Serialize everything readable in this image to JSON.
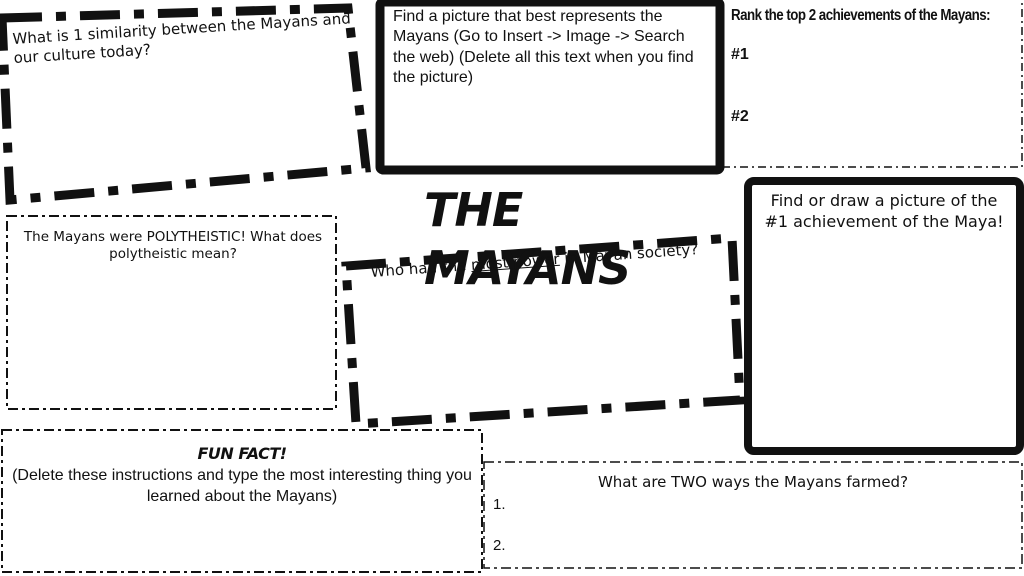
{
  "title": "THE MAYANS",
  "boxes": {
    "similarity": {
      "question": "What is 1 similarity between the Mayans and our culture today?"
    },
    "picture_search": {
      "instructions": "Find a picture that best represents the Mayans (Go to Insert -> Image -> Search the web) (Delete all this text when you find the picture)"
    },
    "rank": {
      "heading": "Rank the top 2 achievements of the Mayans:",
      "item1": "#1",
      "item2": "#2"
    },
    "polytheistic": {
      "question": "The Mayans were POLYTHEISTIC!  What does polytheistic mean?"
    },
    "power": {
      "prefix": "Who had the ",
      "emphasis": "most power",
      "suffix": " in Mayan society?"
    },
    "achievement_picture": {
      "instructions": "Find or draw a picture of the #1 achievement of the Maya!"
    },
    "fun_fact": {
      "heading": "FUN FACT!",
      "instructions": "(Delete these instructions and type the most interesting thing you learned about the Mayans)"
    },
    "farming": {
      "question": "What are TWO ways the Mayans farmed?",
      "item1": "1.",
      "item2": "2."
    }
  }
}
